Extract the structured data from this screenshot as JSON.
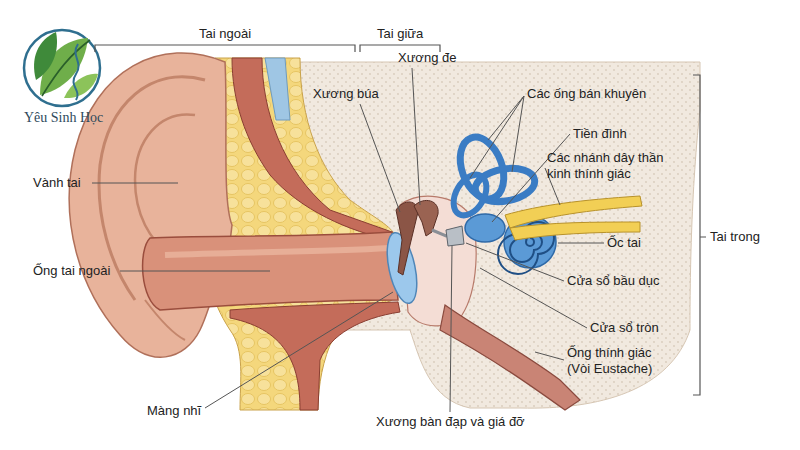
{
  "diagram": {
    "labels": [
      "Tai ngoài",
      "Tai giữa",
      "Xương đe",
      "Xương búa",
      "Các ống bán khuyên",
      "Tiền đình",
      "Các nhánh dây thần kinh thính giác",
      "Vành tai",
      "Tai trong",
      "Ốc tai",
      "Ống tai ngoài",
      "Cửa sổ bầu dục",
      "Cửa sổ tròn",
      "Ống thính giác (Vòi Eustache)",
      "Màng nhĩ",
      "Xương bàn đạp và giá đỡ",
      "Yêu Sinh Học"
    ]
  }
}
